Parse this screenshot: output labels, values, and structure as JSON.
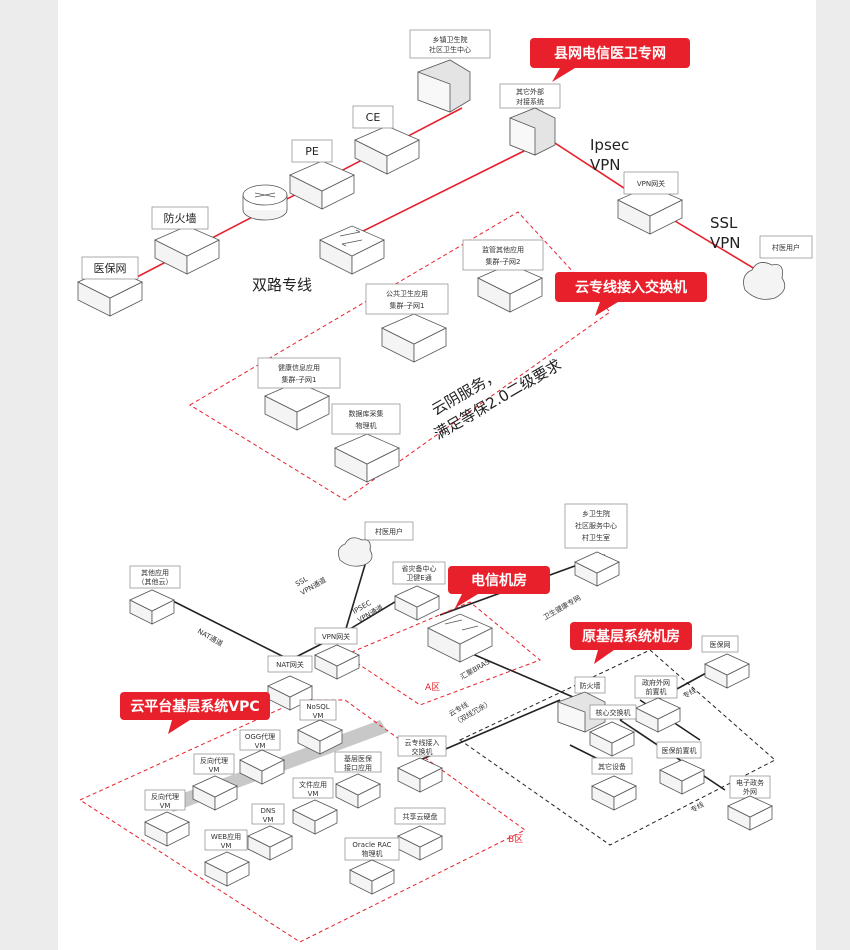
{
  "top": {
    "nodes": {
      "township": "乡镇卫生院\n社区卫生中心",
      "callout_county": "县网电信医卫专网",
      "external": "其它外部\n对接系统",
      "ce": "CE",
      "pe": "PE",
      "firewall": "防火墙",
      "medical_insurance": "医保网",
      "ipsec_vpn": "Ipsec\nVPN",
      "vpn_gateway": "VPN网关",
      "ssl_vpn": "SSL\nVPN",
      "village_doctor": "村医用户",
      "dual_line": "双路专线",
      "supervision": "监管其他应用\n集群-子网2",
      "public_health": "公共卫生应用\n集群-子网1",
      "callout_cloud_switch": "云专线接入交换机",
      "health_info": "健康信息应用\n集群-子网1",
      "database": "数据库采集\n物理机",
      "cloud_service": "云阴服务，\n满足等保2.0二级要求"
    }
  },
  "bottom": {
    "nodes": {
      "village_user": "村医用户",
      "township": "乡卫生院\n社区服务中心\n村卫生室",
      "other_apps": "其他应用\n（其他云）",
      "ssl_tunnel": "SSL\nVPN通道",
      "provincial": "省灾备中心\n卫健E通",
      "ipsec_tunnel": "IPSEC\nVPN通道",
      "callout_telecom": "电信机房",
      "health_network": "卫生健康专网",
      "vpn_gw": "VPN网关",
      "nat_tunnel": "NAT通道",
      "nat_gw": "NAT网关",
      "aggregation": "汇聚BRAS",
      "zone_a": "A区",
      "callout_vpc": "云平台基层系统VPC",
      "nosql": "NoSQL\nVM",
      "cloud_line": "云专线\n（双线冗余）",
      "callout_grassroots": "原基层系统机房",
      "medical_network": "医保网",
      "firewall": "防火墙",
      "gov_front": "政府外网\n前置机",
      "dedicated": "专线",
      "core_switch": "核心交换机",
      "ogg": "OGG代理\nVM",
      "reverse_proxy1": "反向代理\nVM",
      "grassroots_med": "基层医保\n接口应用",
      "cloud_switch": "云专线接入\n交换机",
      "med_front": "医保前置机",
      "other_devices": "其它设备",
      "reverse_proxy2": "反向代理\nVM",
      "file_app": "文件应用\nVM",
      "dns": "DNS\nVM",
      "web": "WEB应用\nVM",
      "shared_storage": "共享云硬盘",
      "zone_b": "B区",
      "e_gov": "电子政务\n外网",
      "dedicated2": "专线",
      "oracle": "Oracle RAC\n物理机"
    }
  }
}
